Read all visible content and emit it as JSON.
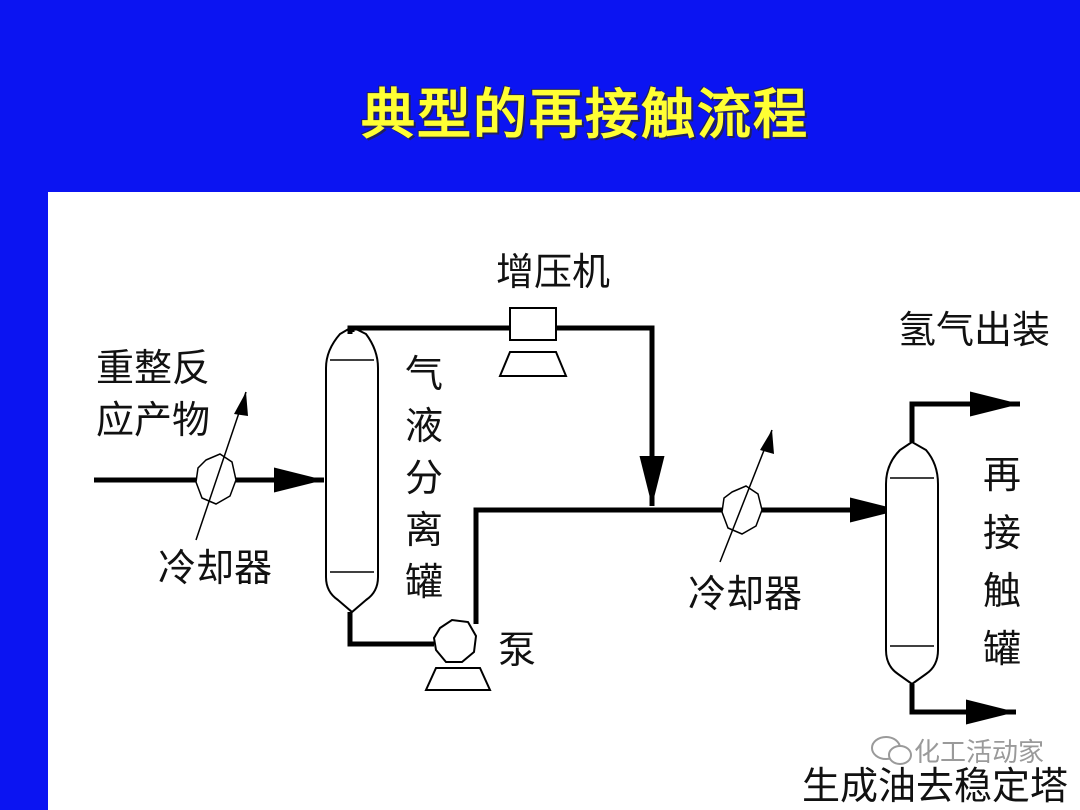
{
  "slide": {
    "title": "典型的再接触流程",
    "colors": {
      "background": "#0b14f2",
      "title": "#ffff33",
      "panel": "#ffffff",
      "line": "#000000"
    }
  },
  "diagram": {
    "labels": {
      "feed": "重整反应产物",
      "cooler_left": "冷却器",
      "separator": "气液分离罐",
      "compressor": "增压机",
      "pump": "泵",
      "cooler_right": "冷却器",
      "hydrogen_out": "氢气出装",
      "recontact": "再接触罐",
      "product_out": "生成油去稳定塔"
    },
    "watermark": "化工活动家",
    "icons": [
      "cooler-icon",
      "separator-vessel-icon",
      "compressor-icon",
      "pump-icon",
      "recontact-vessel-icon",
      "wechat-icon"
    ]
  }
}
